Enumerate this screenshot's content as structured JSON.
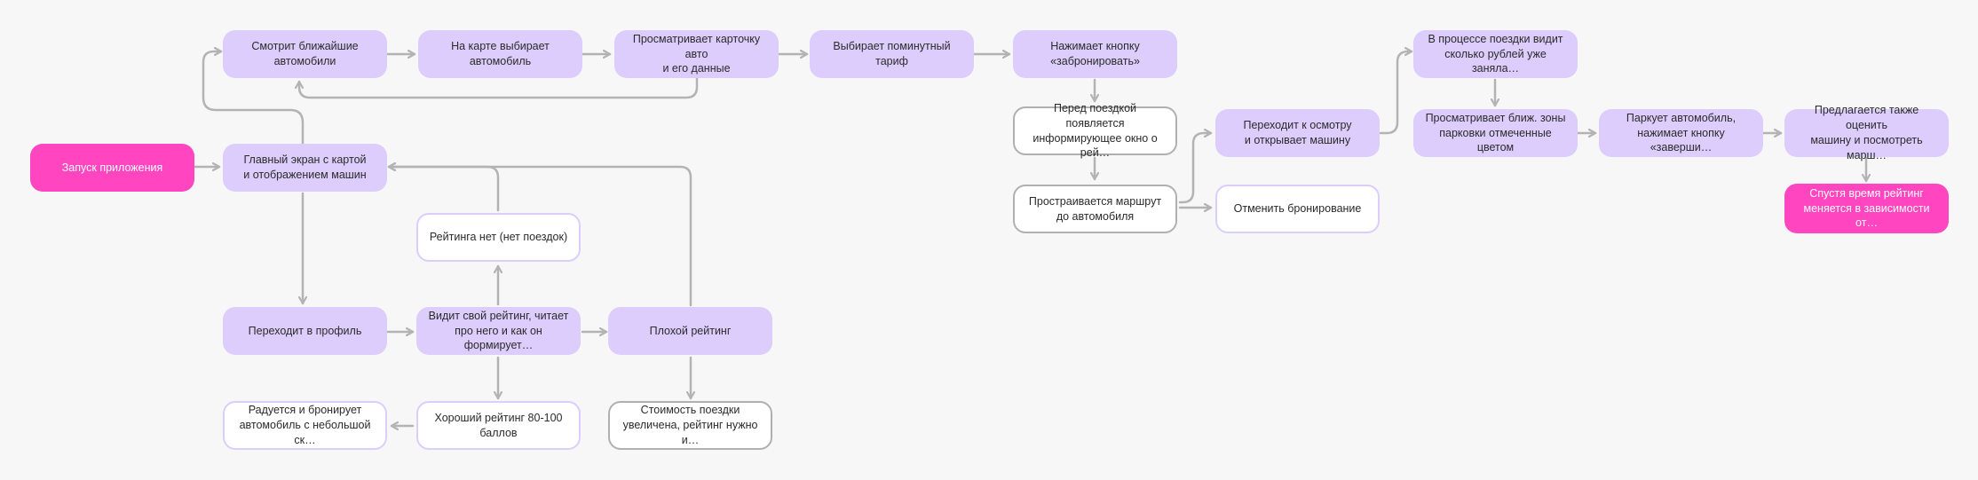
{
  "nodes": {
    "n1": "Запуск приложения",
    "n2": "Главный экран с картой\nи отображением машин",
    "n3": "Смотрит ближайшие\nавтомобили",
    "n4": "На карте выбирает\nавтомобиль",
    "n5": "Просматривает карточку авто\nи его данные",
    "n6": "Выбирает поминутный тариф",
    "n7": "Нажимает кнопку\n«забронировать»",
    "n8": "Перед поездкой появляется\nинформирующее окно о рей…",
    "n9": "Прострaивается маршрут\nдо автомобиля",
    "n10": "Переходит к осмотру\nи открывает машину",
    "n11": "Отменить бронирование",
    "n12": "В процессе поездки видит\nсколько рублей уже заняла…",
    "n13": "Просматривает ближ. зоны\nпарковки отмеченные цветом",
    "n14": "Паркует автомобиль,\nнажимает кнопку «заверши…",
    "n15": "Предлагается также оценить\nмашину и посмотреть марш…",
    "n16": "Спустя время рейтинг\nменяется в зависимости от…",
    "n17": "Переходит в профиль",
    "n18": "Видит свой рейтинг, читает\nпро него и как он формирует…",
    "n19": "Рейтинга нет (нет поездок)",
    "n20": "Плохой рейтинг",
    "n21": "Хороший рейтинг 80-100\nбаллов",
    "n22": "Радуется и бронирует\nавтомобиль с небольшой ск…",
    "n23": "Стоимость поездки\nувеличена, рейтинг нужно и…"
  },
  "colors": {
    "node_fill": "#dccdfd",
    "accent_pink": "#ff45c0",
    "connector": "#b3b3b3",
    "outline_gray": "#b0b0b0",
    "background": "#f7f7f7"
  }
}
